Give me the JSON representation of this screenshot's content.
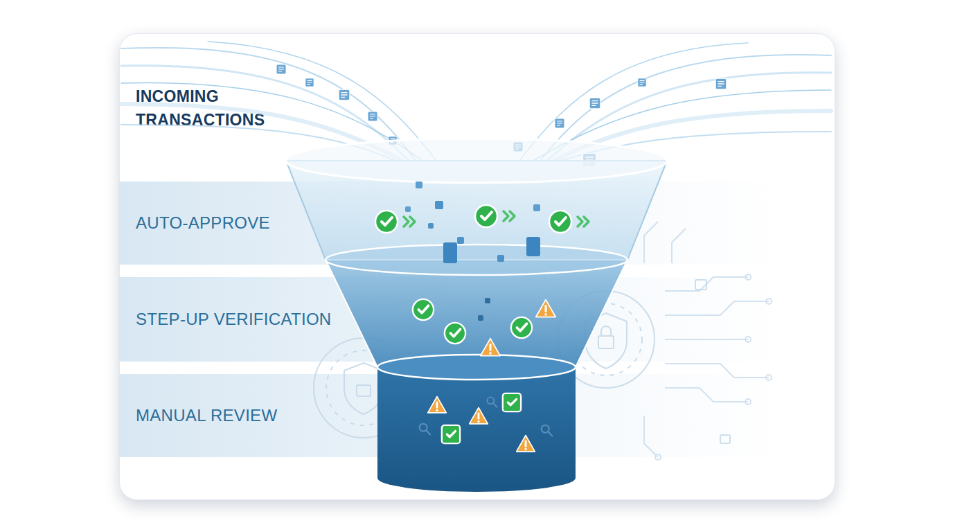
{
  "diagram": {
    "nodes": [
      {
        "text": [
          "INCOMING TRANSACTIONS"
        ]
      },
      {
        "text": [
          "AUTO-APPROVE"
        ]
      },
      {
        "text": [
          "STEP-UP VERIFICATION"
        ]
      },
      {
        "text": [
          "MANUAL REVIEW"
        ]
      }
    ]
  }
}
